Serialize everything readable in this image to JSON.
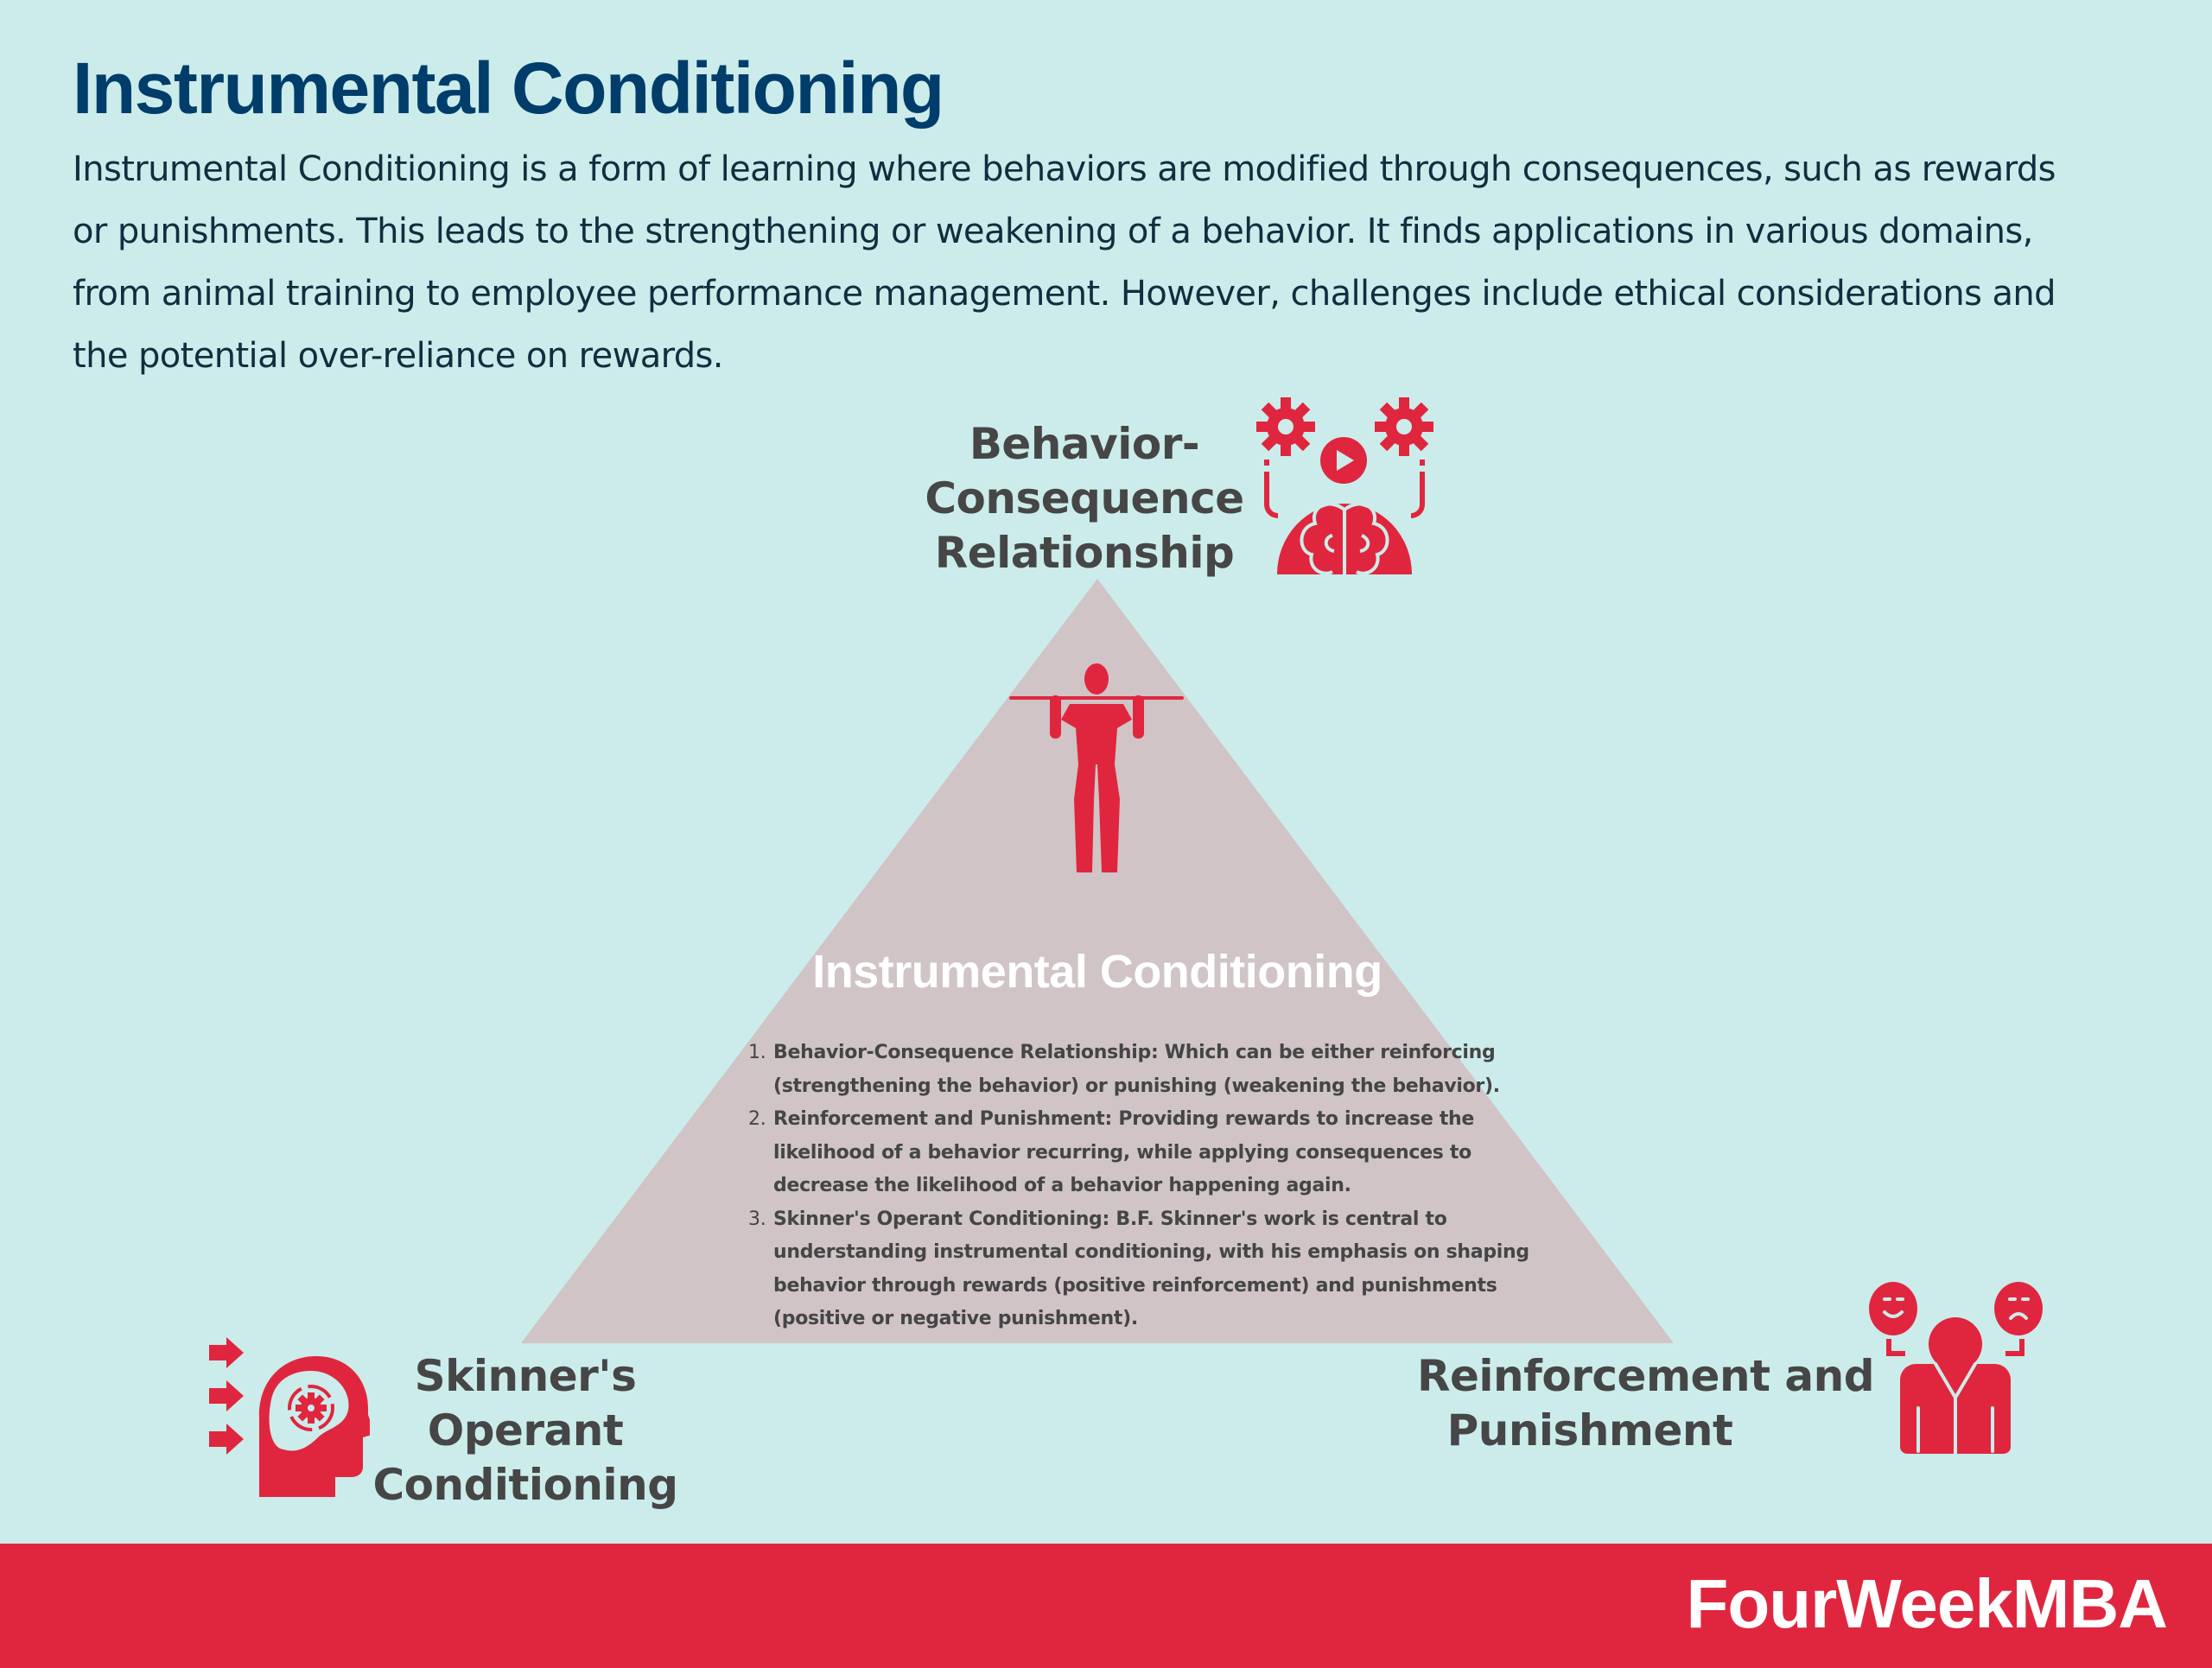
{
  "header": {
    "title": "Instrumental Conditioning",
    "intro_lines": [
      "Instrumental Conditioning is a form of learning where behaviors are modified through consequences, such as rewards",
      "or punishments. This leads to the strengthening or weakening of a behavior. It finds applications in various domains,",
      "from animal training to employee performance management. However, challenges include ethical considerations and",
      "the potential over-reliance on rewards."
    ]
  },
  "diagram": {
    "shape": "triangle",
    "colors": {
      "background": "#cbecea",
      "triangle": "#d0c4c6",
      "accent": "#e0263e",
      "title": "#003d6b",
      "label": "#464646"
    },
    "center_title": "Instrumental Conditioning",
    "center_icon": "pull-up-person-icon",
    "points": [
      {
        "number": "1.",
        "lines": [
          "Behavior-Consequence Relationship: Which can be either reinforcing",
          "(strengthening the behavior) or punishing (weakening the behavior)."
        ]
      },
      {
        "number": "2.",
        "lines": [
          "Reinforcement and Punishment: Providing rewards to increase the",
          "likelihood of a behavior recurring, while applying consequences to",
          "decrease the likelihood of a behavior happening again."
        ]
      },
      {
        "number": "3.",
        "lines": [
          "Skinner's Operant Conditioning: B.F. Skinner's work is central to",
          "understanding instrumental conditioning, with his emphasis on shaping",
          "behavior through rewards (positive reinforcement) and punishments",
          "(positive or negative punishment)."
        ]
      }
    ],
    "nodes": {
      "top": {
        "lines": [
          "Behavior-",
          "Consequence",
          "Relationship"
        ],
        "icon": "brain-gears-play-icon"
      },
      "bottom_left": {
        "lines": [
          "Skinner's",
          "Operant",
          "Conditioning"
        ],
        "icon": "head-gear-arrows-icon"
      },
      "bottom_right": {
        "lines": [
          "Reinforcement and",
          "Punishment"
        ],
        "icon": "person-happy-sad-faces-icon"
      }
    }
  },
  "footer": {
    "brand": "FourWeekMBA"
  }
}
